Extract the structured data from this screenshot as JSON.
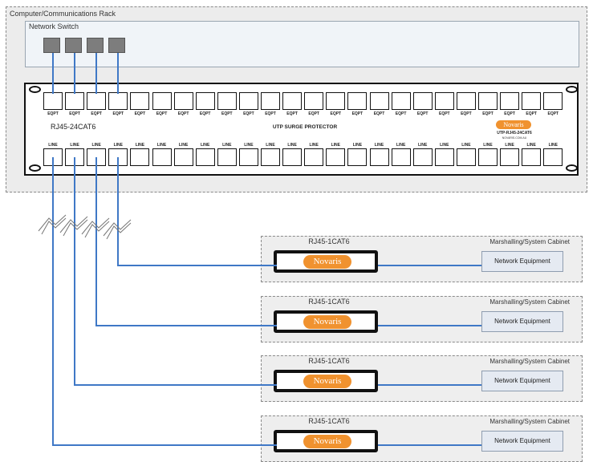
{
  "rack": {
    "title": "Computer/Communications Rack"
  },
  "switch": {
    "title": "Network Switch",
    "port_count": 4
  },
  "panel": {
    "model": "RJ45-24CAT6",
    "product": "UTP SURGE PROTECTOR",
    "brand": "Novaris",
    "code": "UTP-RJ45-24CAT6",
    "subtext": "NOVARIS.COM.AU",
    "top_port_label": "EQPT",
    "bottom_port_label": "LINE",
    "ports_per_row": 24
  },
  "cabinets": [
    {
      "model": "RJ45-1CAT6",
      "title": "Marshalling/System Cabinet",
      "brand": "Novaris",
      "equipment": "Network Equipment"
    },
    {
      "model": "RJ45-1CAT6",
      "title": "Marshalling/System Cabinet",
      "brand": "Novaris",
      "equipment": "Network Equipment"
    },
    {
      "model": "RJ45-1CAT6",
      "title": "Marshalling/System Cabinet",
      "brand": "Novaris",
      "equipment": "Network Equipment"
    },
    {
      "model": "RJ45-1CAT6",
      "title": "Marshalling/System Cabinet",
      "brand": "Novaris",
      "equipment": "Network Equipment"
    }
  ],
  "colors": {
    "wire": "#3f78c6",
    "brand": "#f0922f"
  }
}
